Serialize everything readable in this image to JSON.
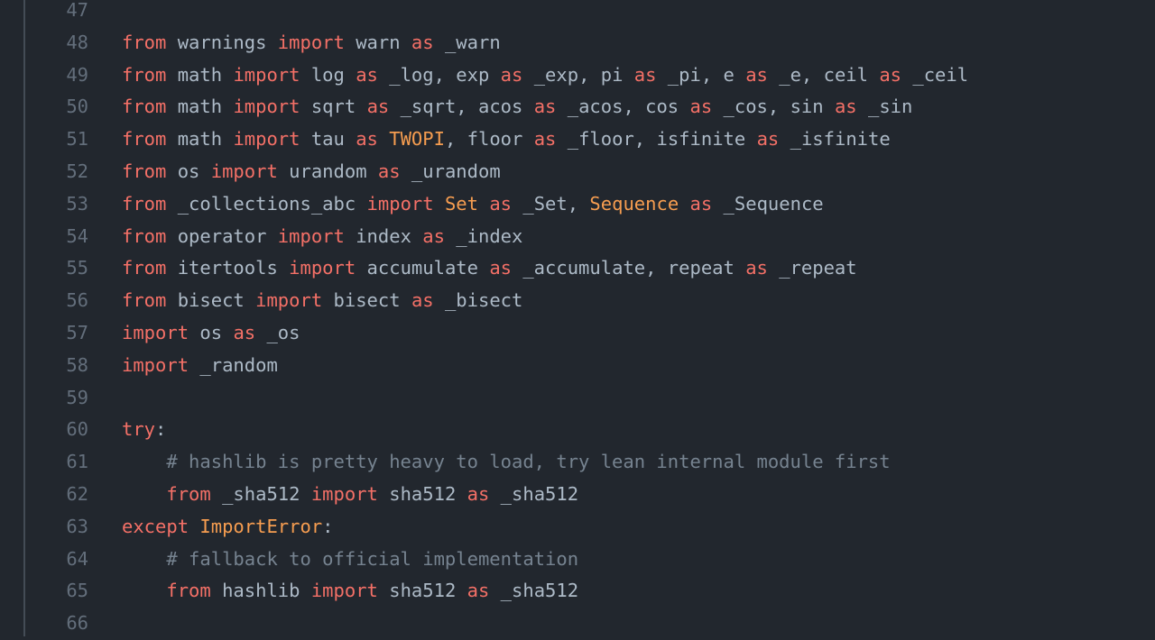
{
  "colors": {
    "background": "#22272e",
    "keyword": "#f47067",
    "constant": "#f69d50",
    "text": "#adbac7",
    "comment": "#768390",
    "line_number": "#636e7b"
  },
  "lines": [
    {
      "n": "47",
      "tokens": []
    },
    {
      "n": "48",
      "tokens": [
        [
          "k",
          "from"
        ],
        [
          "t",
          " warnings "
        ],
        [
          "k",
          "import"
        ],
        [
          "t",
          " warn "
        ],
        [
          "k",
          "as"
        ],
        [
          "t",
          " _warn"
        ]
      ]
    },
    {
      "n": "49",
      "tokens": [
        [
          "k",
          "from"
        ],
        [
          "t",
          " math "
        ],
        [
          "k",
          "import"
        ],
        [
          "t",
          " log "
        ],
        [
          "k",
          "as"
        ],
        [
          "t",
          " _log, exp "
        ],
        [
          "k",
          "as"
        ],
        [
          "t",
          " _exp, pi "
        ],
        [
          "k",
          "as"
        ],
        [
          "t",
          " _pi, e "
        ],
        [
          "k",
          "as"
        ],
        [
          "t",
          " _e, ceil "
        ],
        [
          "k",
          "as"
        ],
        [
          "t",
          " _ceil"
        ]
      ]
    },
    {
      "n": "50",
      "tokens": [
        [
          "k",
          "from"
        ],
        [
          "t",
          " math "
        ],
        [
          "k",
          "import"
        ],
        [
          "t",
          " sqrt "
        ],
        [
          "k",
          "as"
        ],
        [
          "t",
          " _sqrt, acos "
        ],
        [
          "k",
          "as"
        ],
        [
          "t",
          " _acos, cos "
        ],
        [
          "k",
          "as"
        ],
        [
          "t",
          " _cos, sin "
        ],
        [
          "k",
          "as"
        ],
        [
          "t",
          " _sin"
        ]
      ]
    },
    {
      "n": "51",
      "tokens": [
        [
          "k",
          "from"
        ],
        [
          "t",
          " math "
        ],
        [
          "k",
          "import"
        ],
        [
          "t",
          " tau "
        ],
        [
          "k",
          "as"
        ],
        [
          "t",
          " "
        ],
        [
          "o",
          "TWOPI"
        ],
        [
          "t",
          ", floor "
        ],
        [
          "k",
          "as"
        ],
        [
          "t",
          " _floor, isfinite "
        ],
        [
          "k",
          "as"
        ],
        [
          "t",
          " _isfinite"
        ]
      ]
    },
    {
      "n": "52",
      "tokens": [
        [
          "k",
          "from"
        ],
        [
          "t",
          " os "
        ],
        [
          "k",
          "import"
        ],
        [
          "t",
          " urandom "
        ],
        [
          "k",
          "as"
        ],
        [
          "t",
          " _urandom"
        ]
      ]
    },
    {
      "n": "53",
      "tokens": [
        [
          "k",
          "from"
        ],
        [
          "t",
          " _collections_abc "
        ],
        [
          "k",
          "import"
        ],
        [
          "t",
          " "
        ],
        [
          "o",
          "Set"
        ],
        [
          "t",
          " "
        ],
        [
          "k",
          "as"
        ],
        [
          "t",
          " _Set, "
        ],
        [
          "o",
          "Sequence"
        ],
        [
          "t",
          " "
        ],
        [
          "k",
          "as"
        ],
        [
          "t",
          " _Sequence"
        ]
      ]
    },
    {
      "n": "54",
      "tokens": [
        [
          "k",
          "from"
        ],
        [
          "t",
          " operator "
        ],
        [
          "k",
          "import"
        ],
        [
          "t",
          " index "
        ],
        [
          "k",
          "as"
        ],
        [
          "t",
          " _index"
        ]
      ]
    },
    {
      "n": "55",
      "tokens": [
        [
          "k",
          "from"
        ],
        [
          "t",
          " itertools "
        ],
        [
          "k",
          "import"
        ],
        [
          "t",
          " accumulate "
        ],
        [
          "k",
          "as"
        ],
        [
          "t",
          " _accumulate, repeat "
        ],
        [
          "k",
          "as"
        ],
        [
          "t",
          " _repeat"
        ]
      ]
    },
    {
      "n": "56",
      "tokens": [
        [
          "k",
          "from"
        ],
        [
          "t",
          " bisect "
        ],
        [
          "k",
          "import"
        ],
        [
          "t",
          " bisect "
        ],
        [
          "k",
          "as"
        ],
        [
          "t",
          " _bisect"
        ]
      ]
    },
    {
      "n": "57",
      "tokens": [
        [
          "k",
          "import"
        ],
        [
          "t",
          " os "
        ],
        [
          "k",
          "as"
        ],
        [
          "t",
          " _os"
        ]
      ]
    },
    {
      "n": "58",
      "tokens": [
        [
          "k",
          "import"
        ],
        [
          "t",
          " _random"
        ]
      ]
    },
    {
      "n": "59",
      "tokens": []
    },
    {
      "n": "60",
      "tokens": [
        [
          "k",
          "try"
        ],
        [
          "t",
          ":"
        ]
      ]
    },
    {
      "n": "61",
      "tokens": [
        [
          "t",
          "    "
        ],
        [
          "c",
          "# hashlib is pretty heavy to load, try lean internal module first"
        ]
      ]
    },
    {
      "n": "62",
      "tokens": [
        [
          "t",
          "    "
        ],
        [
          "k",
          "from"
        ],
        [
          "t",
          " _sha512 "
        ],
        [
          "k",
          "import"
        ],
        [
          "t",
          " sha512 "
        ],
        [
          "k",
          "as"
        ],
        [
          "t",
          " _sha512"
        ]
      ]
    },
    {
      "n": "63",
      "tokens": [
        [
          "k",
          "except"
        ],
        [
          "t",
          " "
        ],
        [
          "o",
          "ImportError"
        ],
        [
          "t",
          ":"
        ]
      ]
    },
    {
      "n": "64",
      "tokens": [
        [
          "t",
          "    "
        ],
        [
          "c",
          "# fallback to official implementation"
        ]
      ]
    },
    {
      "n": "65",
      "tokens": [
        [
          "t",
          "    "
        ],
        [
          "k",
          "from"
        ],
        [
          "t",
          " hashlib "
        ],
        [
          "k",
          "import"
        ],
        [
          "t",
          " sha512 "
        ],
        [
          "k",
          "as"
        ],
        [
          "t",
          " _sha512"
        ]
      ]
    },
    {
      "n": "66",
      "tokens": []
    }
  ]
}
